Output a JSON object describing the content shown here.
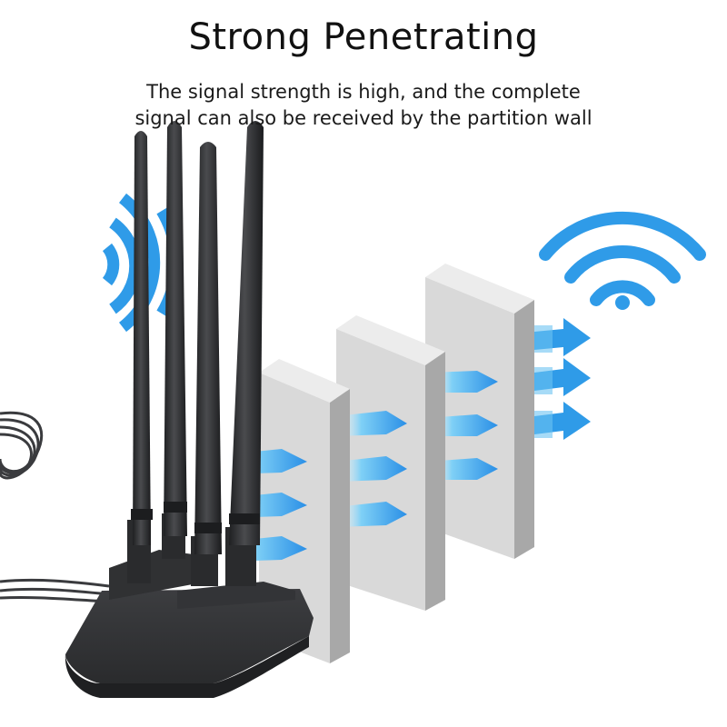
{
  "headline": "Strong Penetrating",
  "description": {
    "line1": "The signal strength is high, and the complete",
    "line2": "signal can also be received by the partition wall"
  },
  "colors": {
    "signal_blue": "#2f9be8",
    "arrow_light": "#6cc3f2",
    "wall_front": "#d8d8d8",
    "wall_side": "#aaaaaa",
    "antenna": "#2e2f31",
    "background": "#ffffff"
  },
  "icons": [
    "wifi-icon",
    "signal-waves-icon",
    "arrow-right-icon"
  ]
}
